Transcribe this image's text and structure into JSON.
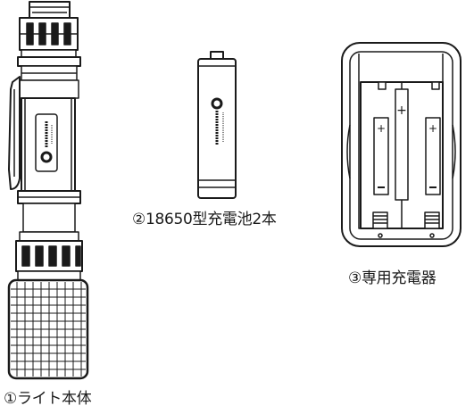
{
  "captions": {
    "flashlight": "①ライト本体",
    "batteries": "②18650型充電池2本",
    "charger": "③専用充電器"
  },
  "colors": {
    "line": "#1a1a1a",
    "background": "#ffffff"
  }
}
